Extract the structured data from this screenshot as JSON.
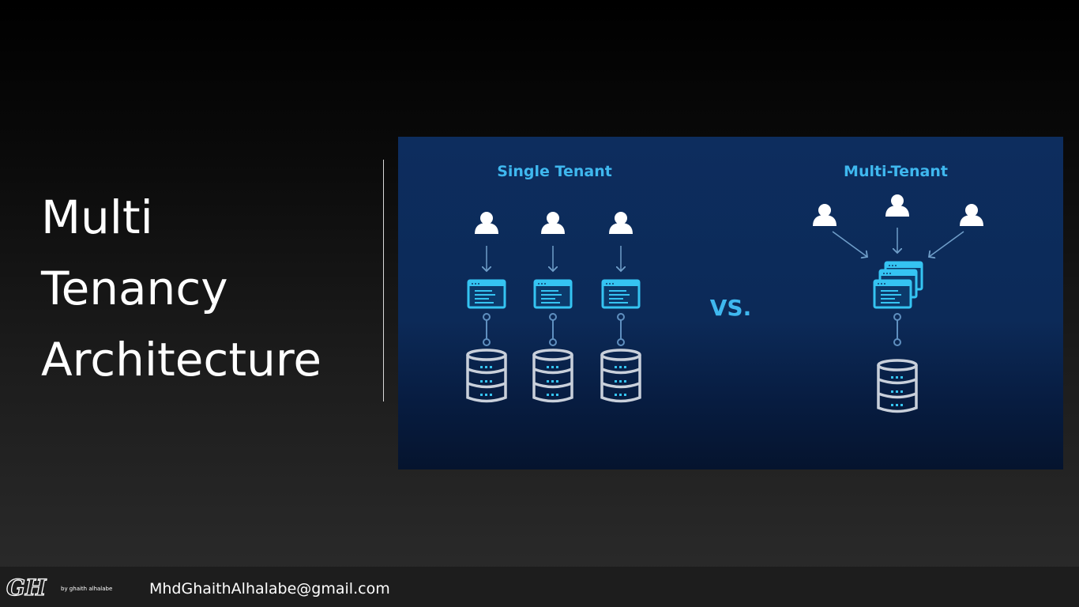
{
  "slide": {
    "title_lines": [
      "Multi",
      "Tenancy",
      "Architecture"
    ]
  },
  "diagram": {
    "single_label": "Single Tenant",
    "multi_label": "Multi-Tenant",
    "vs_label": "VS.",
    "colors": {
      "background": "#0c2a58",
      "accent": "#35c4f2",
      "label": "#3fb8ef",
      "icon": "#ffffff",
      "database": "#c9d0db"
    }
  },
  "footer": {
    "logo_text": "GH",
    "logo_subtext": "by ghaith alhalabe",
    "email": "MhdGhaithAlhalabe@gmail.com"
  }
}
